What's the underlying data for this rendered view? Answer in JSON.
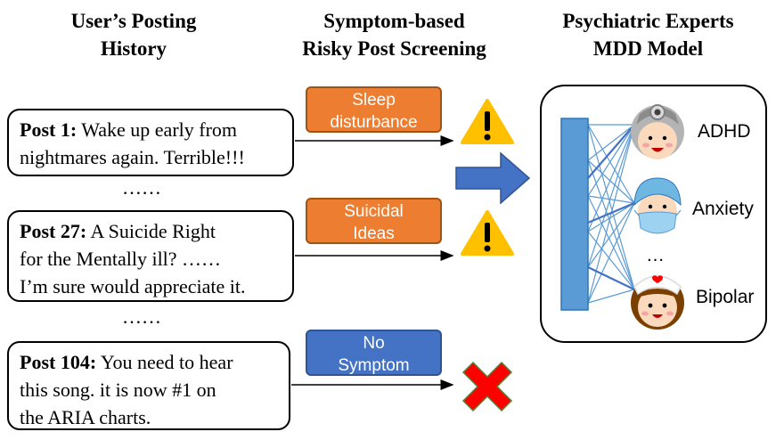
{
  "columns": {
    "history_title_1": "User’s Posting",
    "history_title_2": "History",
    "screening_title_1": "Symptom-based",
    "screening_title_2": "Risky Post Screening",
    "experts_title_1": "Psychiatric Experts",
    "experts_title_2": "MDD Model"
  },
  "posts": [
    {
      "label": "Post 1:",
      "lines": [
        " Wake up early from",
        "nightmares again. Terrible!!!"
      ]
    },
    {
      "label": "Post 27:",
      "lines": [
        " A Suicide Right",
        "for the Mentally ill? ……",
        "I’m sure would appreciate it."
      ]
    },
    {
      "label": "Post 104:",
      "lines": [
        " You need to hear",
        "this song. it is now #1 on",
        "the ARIA charts."
      ]
    }
  ],
  "ellipsis": "……",
  "symptoms": [
    {
      "line1": "Sleep",
      "line2": "disturbance"
    },
    {
      "line1": "Suicidal",
      "line2": "Ideas"
    },
    {
      "line1": "No",
      "line2": "Symptom"
    }
  ],
  "experts": {
    "diseases": [
      "ADHD",
      "Anxiety",
      "Bipolar"
    ],
    "more": "…"
  },
  "colors": {
    "symptom_tag": "#ed7d31",
    "no_symptom_tag": "#4472c4",
    "warning": "#ffc000",
    "cross": "#ff0000",
    "model_bar": "#5b9bd5",
    "big_arrow": "#4472c4"
  }
}
